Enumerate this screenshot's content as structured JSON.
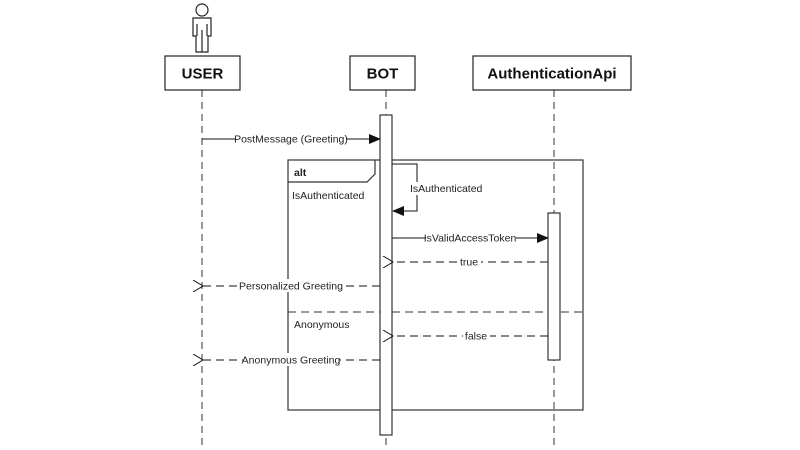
{
  "diagram": {
    "type": "sequence",
    "participants": [
      {
        "id": "user",
        "label": "USER",
        "kind": "actor"
      },
      {
        "id": "bot",
        "label": "BOT",
        "kind": "object"
      },
      {
        "id": "auth",
        "label": "AuthenticationApi",
        "kind": "object"
      }
    ],
    "messages": [
      {
        "id": "m1",
        "from": "user",
        "to": "bot",
        "label": "PostMessage (Greeting)",
        "style": "sync"
      },
      {
        "id": "m2",
        "from": "bot",
        "to": "bot",
        "label": "IsAuthenticated",
        "style": "self"
      },
      {
        "id": "m3",
        "from": "bot",
        "to": "auth",
        "label": "IsValidAccessToken",
        "style": "sync"
      },
      {
        "id": "m4",
        "from": "auth",
        "to": "bot",
        "label": "true",
        "style": "return"
      },
      {
        "id": "m5",
        "from": "bot",
        "to": "user",
        "label": "Personalized Greeting",
        "style": "return"
      },
      {
        "id": "m6",
        "from": "auth",
        "to": "bot",
        "label": "false",
        "style": "return"
      },
      {
        "id": "m7",
        "from": "bot",
        "to": "user",
        "label": "Anonymous Greeting",
        "style": "return"
      }
    ],
    "fragment": {
      "operator": "alt",
      "operands": [
        {
          "guard": "IsAuthenticated"
        },
        {
          "guard": "Anonymous"
        }
      ]
    }
  }
}
